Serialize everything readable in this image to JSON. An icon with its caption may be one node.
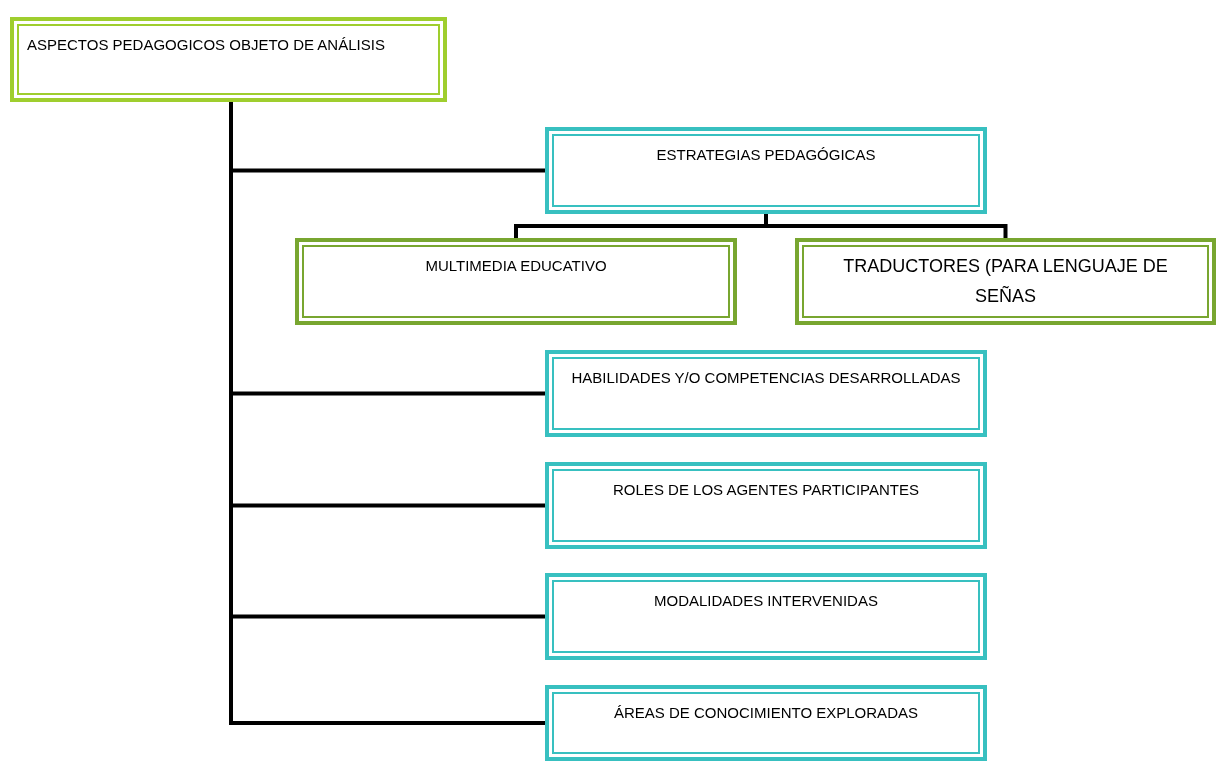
{
  "diagram": {
    "nodes": [
      {
        "text": [
          "ASPECTOS PEDAGOGICOS OBJETO DE ANÁLISIS"
        ]
      },
      {
        "text": [
          "ESTRATEGIAS PEDAGÓGICAS"
        ]
      },
      {
        "text": [
          "MULTIMEDIA  EDUCATIVO"
        ]
      },
      {
        "text": [
          "TRADUCTORES (PARA LENGUAJE DE SEÑAS"
        ]
      },
      {
        "text": [
          "HABILIDADES Y/O COMPETENCIAS DESARROLLADAS"
        ]
      },
      {
        "text": [
          "ROLES DE LOS AGENTES PARTICIPANTES"
        ]
      },
      {
        "text": [
          "MODALIDADES  INTERVENIDAS"
        ]
      },
      {
        "text": [
          "ÁREAS DE CONOCIMIENTO EXPLORADAS"
        ]
      }
    ],
    "edges": [
      {
        "from": 0,
        "to": 1,
        "arrow": "none"
      },
      {
        "from": 1,
        "to": 2,
        "arrow": "none"
      },
      {
        "from": 1,
        "to": 3,
        "arrow": "none"
      },
      {
        "from": 0,
        "to": 4,
        "arrow": "none"
      },
      {
        "from": 0,
        "to": 5,
        "arrow": "none"
      },
      {
        "from": 0,
        "to": 6,
        "arrow": "none"
      },
      {
        "from": 0,
        "to": 7,
        "arrow": "none"
      }
    ]
  }
}
